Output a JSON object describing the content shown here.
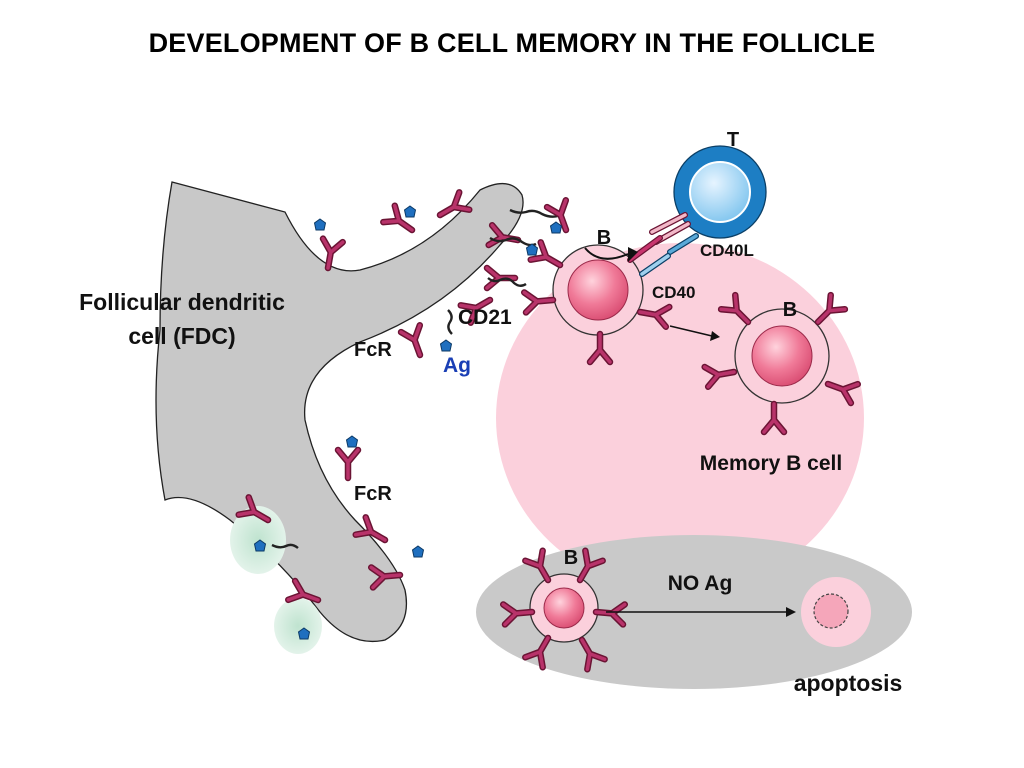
{
  "title": "DEVELOPMENT OF B CELL MEMORY IN THE FOLLICLE",
  "labels": {
    "fdc_line1": "Follicular dendritic",
    "fdc_line2": "cell (FDC)",
    "t_cell": "T",
    "b_cell_active": "B",
    "cd40l": "CD40L",
    "cd40": "CD40",
    "cd21": "CD21",
    "fcr_upper": "FcR",
    "ag": "Ag",
    "b_memory": "B",
    "memory_b_cell": "Memory B cell",
    "fcr_lower": "FcR",
    "b_no_ag": "B",
    "no_ag": "NO Ag",
    "apoptosis": "apoptosis"
  },
  "colors": {
    "fdc": "#c8c8c8",
    "follicle": "#fbd0dc",
    "apoptosis_zone": "#c9c9c9",
    "antibody": "#a8285a",
    "antigen": "#1f6fbf",
    "t_cell": "#1d7ec4",
    "cd40": "#5aa9d8",
    "ag_label": "#1a3fb5"
  }
}
